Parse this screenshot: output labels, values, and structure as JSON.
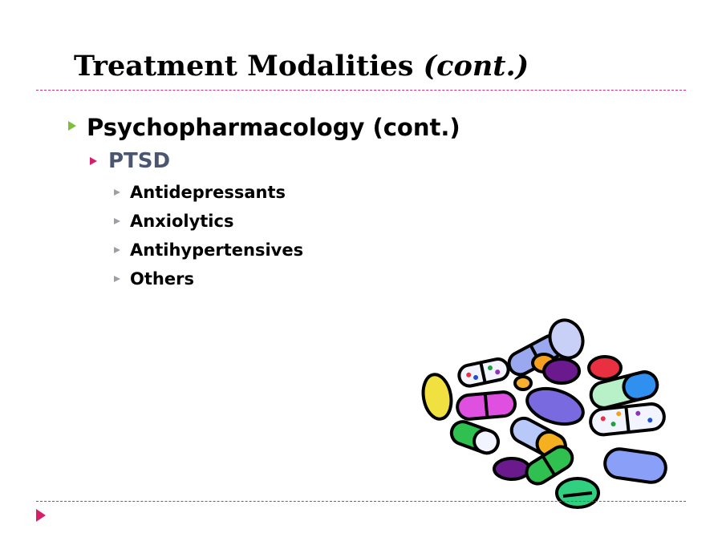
{
  "slide": {
    "title_main": "Treatment Modalities ",
    "title_emph": "(cont.)"
  },
  "outline": {
    "level1": "Psychopharmacology (cont.)",
    "level2": "PTSD",
    "level3": [
      "Antidepressants",
      "Anxiolytics",
      "Antihypertensives",
      "Others"
    ]
  },
  "colors": {
    "accent_rule": "#c8327a",
    "bullet_level1": "#7dbf3a",
    "bullet_level2": "#d61f6a",
    "bullet_level3": "#9aa0a6",
    "subheading_text": "#4a5670"
  },
  "icons": {
    "clipart": "pills-capsules-illustration",
    "navigation": "play-triangle-icon"
  }
}
